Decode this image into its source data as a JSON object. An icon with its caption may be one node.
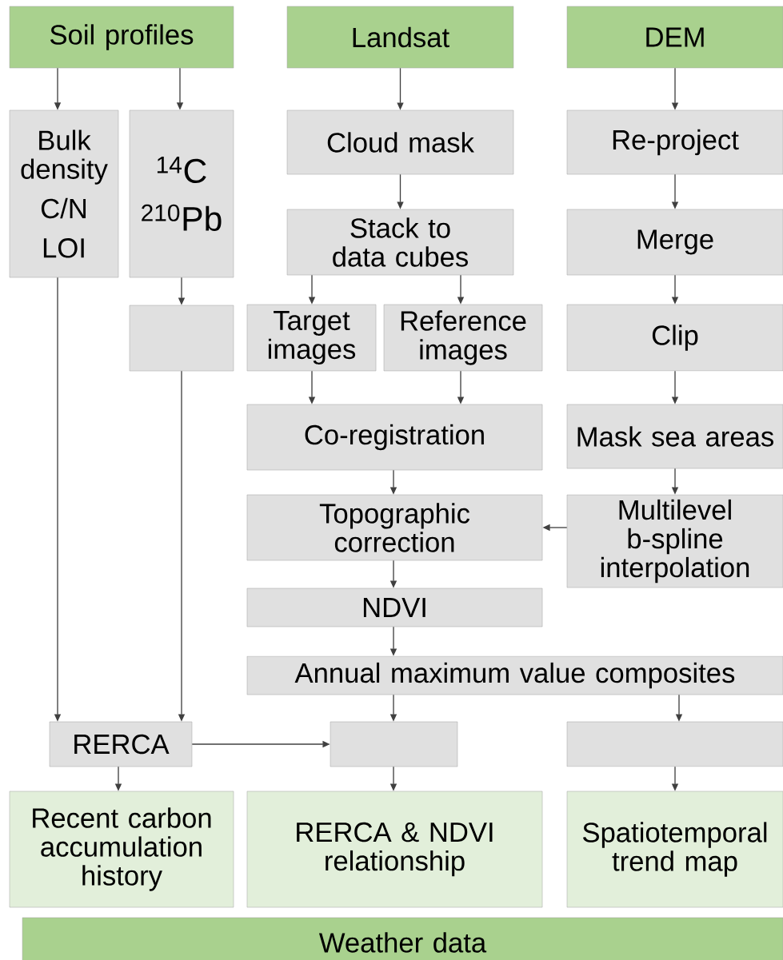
{
  "diagram": {
    "nodes": [
      {
        "text": [
          "Soil profiles"
        ]
      },
      {
        "text": [
          "Landsat"
        ]
      },
      {
        "text": [
          "DEM"
        ]
      },
      {
        "text": [
          "Bulk density",
          "C/N",
          "LOI"
        ]
      },
      {
        "text": [
          "$^{14}$C",
          "$^{210}$Pb"
        ]
      },
      {
        "text": [
          "Cloud mask"
        ]
      },
      {
        "text": [
          "Re-project"
        ]
      },
      {
        "text": [
          "Stack to data cubes"
        ]
      },
      {
        "text": [
          "Merge"
        ]
      },
      {
        "text": [],
        "shape": "box"
      },
      {
        "text": [
          "Target images"
        ]
      },
      {
        "text": [
          "Reference images"
        ]
      },
      {
        "text": [
          "Clip"
        ]
      },
      {
        "text": [
          "Co-registration"
        ]
      },
      {
        "text": [
          "Mask sea areas"
        ]
      },
      {
        "text": [
          "Topographic correction"
        ]
      },
      {
        "text": [
          "Multilevel b-spline interpolation"
        ]
      },
      {
        "text": [
          "NDVI"
        ]
      },
      {
        "text": [
          "Annual maximum value composites"
        ]
      },
      {
        "text": [
          "RERCA"
        ]
      },
      {
        "text": [],
        "shape": "box"
      },
      {
        "text": [],
        "shape": "box"
      },
      {
        "text": [
          "Recent carbon accumulation history"
        ]
      },
      {
        "text": [
          "RERCA & NDVI relationship"
        ]
      },
      {
        "text": [
          "Spatiotemporal trend map"
        ]
      },
      {
        "text": [
          "Weather data"
        ]
      }
    ],
    "edges": [
      {
        "from": 0,
        "to": 3,
        "arrow": "to"
      },
      {
        "from": 0,
        "to": 4,
        "arrow": "to"
      },
      {
        "from": 1,
        "to": 5,
        "arrow": "to"
      },
      {
        "from": 2,
        "to": 6,
        "arrow": "to"
      },
      {
        "from": 5,
        "to": 7,
        "arrow": "to"
      },
      {
        "from": 6,
        "to": 8,
        "arrow": "to"
      },
      {
        "from": 4,
        "to": 9,
        "arrow": "to"
      },
      {
        "from": 7,
        "to": 10,
        "arrow": "to"
      },
      {
        "from": 7,
        "to": 11,
        "arrow": "to"
      },
      {
        "from": 8,
        "to": 12,
        "arrow": "to"
      },
      {
        "from": 10,
        "to": 13,
        "arrow": "to"
      },
      {
        "from": 11,
        "to": 13,
        "arrow": "to"
      },
      {
        "from": 12,
        "to": 14,
        "arrow": "to"
      },
      {
        "from": 13,
        "to": 15,
        "arrow": "to"
      },
      {
        "from": 14,
        "to": 16,
        "arrow": "to"
      },
      {
        "from": 16,
        "to": 15,
        "arrow": "to"
      },
      {
        "from": 15,
        "to": 17,
        "arrow": "to"
      },
      {
        "from": 17,
        "to": 18,
        "arrow": "to"
      },
      {
        "from": 3,
        "to": 19,
        "arrow": "to"
      },
      {
        "from": 9,
        "to": 19,
        "arrow": "to"
      },
      {
        "from": 19,
        "to": 20,
        "arrow": "to"
      },
      {
        "from": 18,
        "to": 20,
        "arrow": "to"
      },
      {
        "from": 18,
        "to": 21,
        "arrow": "to"
      },
      {
        "from": 19,
        "to": 22,
        "arrow": "to"
      },
      {
        "from": 20,
        "to": 23,
        "arrow": "to"
      },
      {
        "from": 21,
        "to": 24,
        "arrow": "to"
      }
    ]
  }
}
